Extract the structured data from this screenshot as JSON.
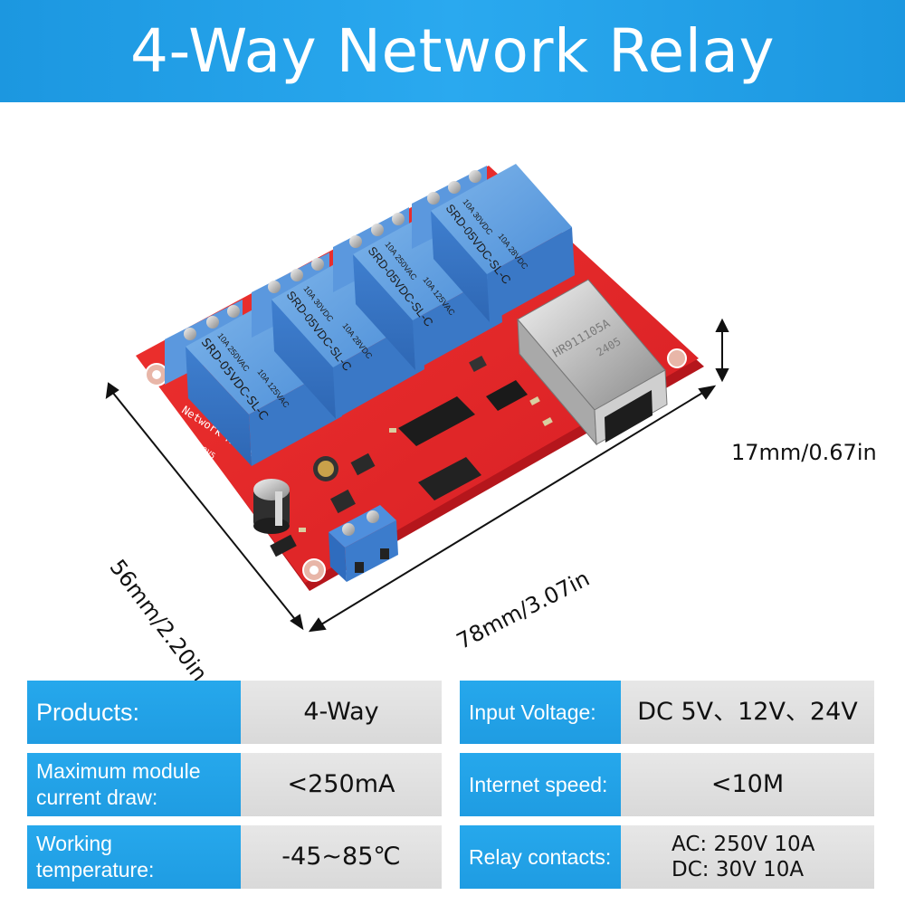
{
  "header": {
    "title": "4-Way Network Relay"
  },
  "dimensions": {
    "height": "17mm/0.67in",
    "width": "78mm/3.07in",
    "depth": "56mm/2.20in"
  },
  "board": {
    "label": "Network Relay",
    "model": "SYF-0492V5",
    "relay_model": "SRD-05VDC-SL-C",
    "relay_rating_1": "10A 250VAC",
    "relay_rating_2": "10A 125VAC",
    "relay_rating_3": "10A 30VDC",
    "relay_rating_4": "10A 28VDC",
    "jack_text_1": "HR911105A",
    "jack_text_2": "2405"
  },
  "specs": {
    "products": {
      "label": "Products:",
      "value": "4-Way"
    },
    "input_voltage": {
      "label": "Input Voltage:",
      "value": "DC 5V、12V、24V"
    },
    "current": {
      "label_1": "Maximum module",
      "label_2": "current draw:",
      "value": "<250mA"
    },
    "internet_speed": {
      "label": "Internet speed:",
      "value": "<10M"
    },
    "temperature": {
      "label_1": "Working",
      "label_2": "temperature:",
      "value": "-45~85℃"
    },
    "relay_contacts": {
      "label": "Relay contacts:",
      "value_1": "AC: 250V 10A",
      "value_2": "DC: 30V 10A"
    }
  },
  "colors": {
    "banner": "#1f9fe6",
    "pcb": "#e8242b",
    "relay": "#5a9fe0",
    "label_bg": "#22a2e8",
    "value_bg": "#dedede"
  }
}
